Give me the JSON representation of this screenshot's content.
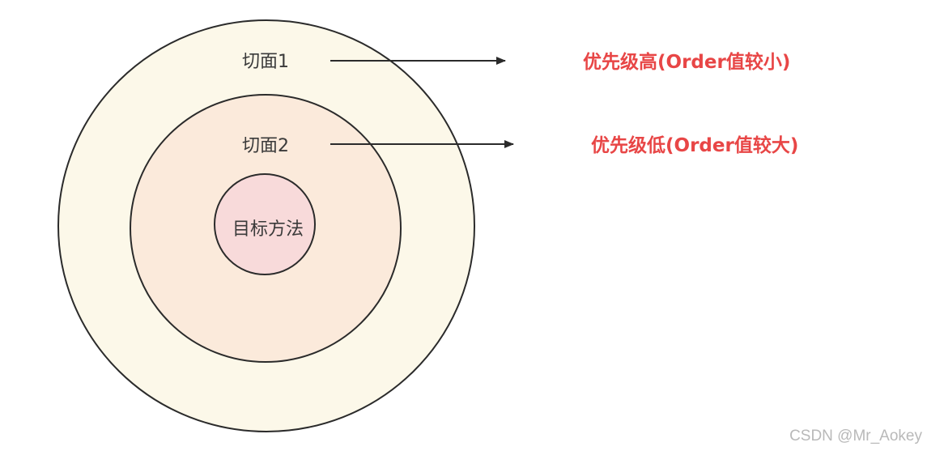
{
  "diagram": {
    "outer_circle_label": "切面1",
    "middle_circle_label": "切面2",
    "inner_circle_label": "目标方法",
    "high_priority_label": "优先级高(Order值较小)",
    "low_priority_label": "优先级低(Order值较大)"
  },
  "colors": {
    "outer_fill": "#fcf8e9",
    "middle_fill": "#fbeadb",
    "inner_fill": "#f8dada",
    "stroke": "#2b2b2b",
    "priority_text": "#e84646"
  },
  "watermark": "CSDN @Mr_Aokey"
}
